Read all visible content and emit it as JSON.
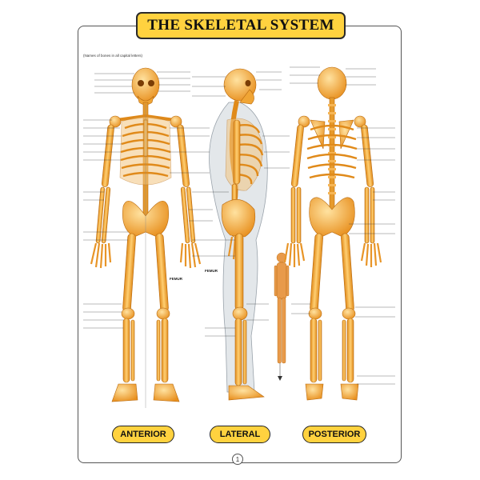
{
  "title": "THE SKELETAL SYSTEM",
  "subtitle": "(Names of bones in all capital letters)",
  "views": {
    "anterior": "ANTERIOR",
    "lateral": "LATERAL",
    "posterior": "POSTERIOR"
  },
  "page_number": "1",
  "labels": {
    "femur_anterior": "FEMUR",
    "femur_lateral": "FEMUR"
  },
  "colors": {
    "banner": "#ffd23f",
    "bone": "#f0a030",
    "bone_light": "#ffd27a",
    "label_text": "#222222"
  }
}
